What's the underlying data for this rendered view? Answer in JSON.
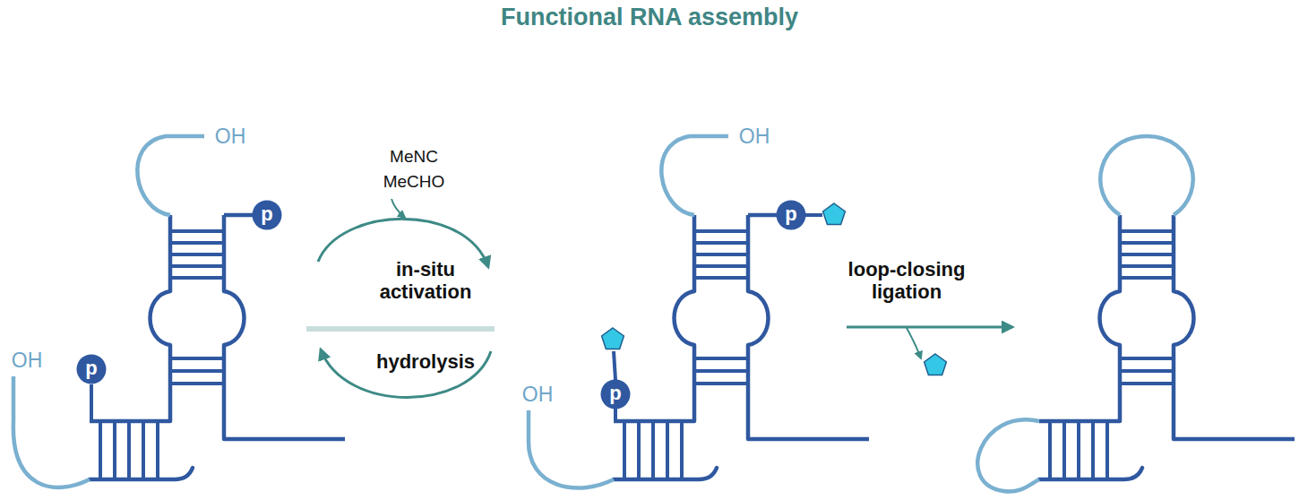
{
  "diagram": {
    "title": "Functional RNA assembly",
    "nodes": [
      {
        "text": [
          "p"
        ]
      },
      {
        "text": [
          "p"
        ]
      },
      {
        "text": [
          "p"
        ]
      },
      {
        "text": [
          "p"
        ]
      }
    ],
    "labels": [
      "OH",
      "OH",
      "MeNC",
      "MeCHO",
      "in-situ activation",
      "hydrolysis",
      "OH",
      "OH",
      "loop-closing ligation"
    ]
  }
}
